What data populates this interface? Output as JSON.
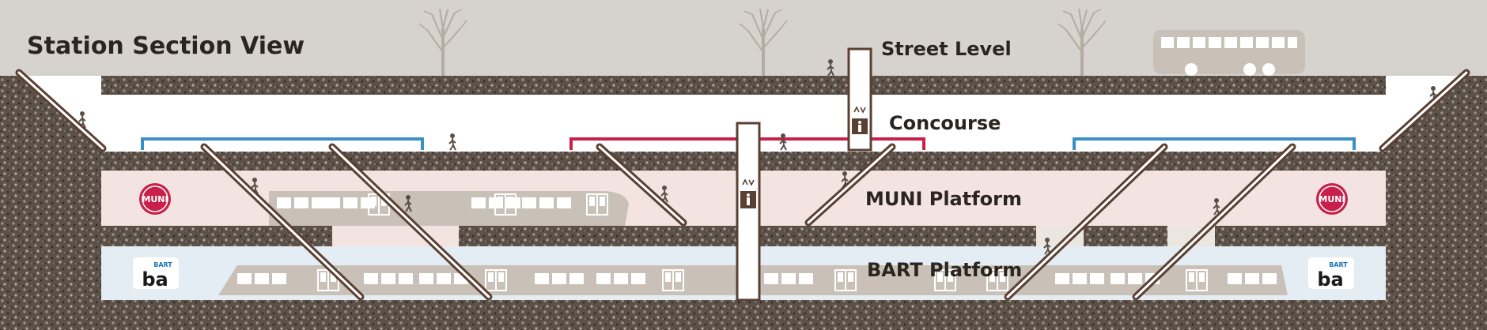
{
  "title": "Station Section View",
  "levels": {
    "street": "Street Level",
    "concourse": "Concourse",
    "muni": "MUNI Platform",
    "bart": "BART Platform"
  },
  "logos": {
    "muni_text": "MUNI",
    "bart_small": "BART",
    "bart_big": "ba"
  },
  "colors": {
    "ground": "#5a4f46",
    "sky": "#d6d2cd",
    "muni_band": "#f3e4e2",
    "bart_band": "#e4edf3",
    "concourse": "#ffffff",
    "fare_blue": "#3a8fc6",
    "fare_red": "#c8204a",
    "muni_red": "#c8204a",
    "bart_blue": "#1a74b8",
    "structure": "#5a4033",
    "train": "#c9c1b8"
  },
  "icons": [
    "tree-icon",
    "bus-icon",
    "pedestrian-icon",
    "elevator-icon",
    "escalator-icon",
    "muni-logo",
    "bart-logo"
  ]
}
